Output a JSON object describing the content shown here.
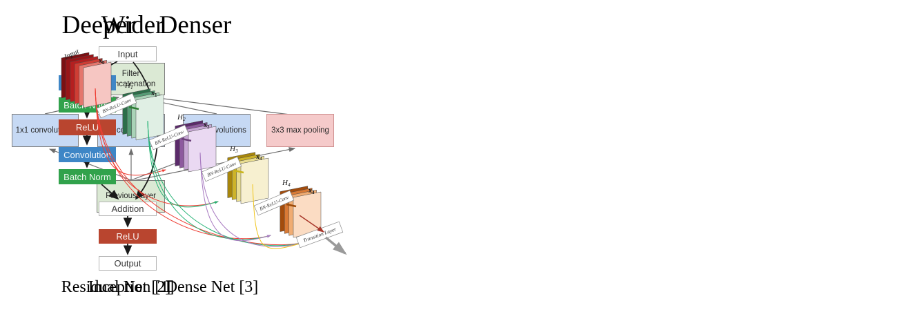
{
  "figure": {
    "panels": [
      {
        "title": "Wider",
        "caption": "Inception [1]"
      },
      {
        "title": "Deeper",
        "caption": "Residual Net [2]"
      },
      {
        "title": "Denser",
        "caption": "Dense Net [3]"
      }
    ]
  },
  "inception": {
    "filter_concatenation": {
      "line1": "Filter",
      "line2": "concatenation"
    },
    "conv_1x1": "1x1 convolutions",
    "conv_3x3": "3x3 convolutions",
    "conv_5x5": "5x5 convolutions",
    "max_pool": "3x3 max pooling",
    "previous_layer": "Previous layer",
    "colors": {
      "layer_green": "#dbe9d4",
      "conv_blue": "#c6d9f4",
      "pool_pink": "#f5caca",
      "box_border": "#7f7f7f",
      "pool_border": "#cf9090",
      "arrow_gray": "#6e6e6e"
    }
  },
  "residual": {
    "input": "Input",
    "convolution": "Convolution",
    "batch_norm": "Batch Norm",
    "relu": "ReLU",
    "addition": "Addition",
    "output": "Output",
    "colors": {
      "convolution_blue": "#3e86c6",
      "batch_norm_green": "#31a24c",
      "relu_red": "#b9452f",
      "arrow_black": "#1a1a1a"
    }
  },
  "densenet": {
    "input_label": "Input",
    "x_base": "x",
    "x_subscripts": [
      "0",
      "1",
      "2",
      "3",
      "4"
    ],
    "h_base": "H",
    "h_subscripts": [
      "1",
      "2",
      "3",
      "4"
    ],
    "bn_relu_conv_label": "BN-ReLU-Conv",
    "transition_label": "Transition Layer",
    "stacks": [
      {
        "name": "input-x0-red",
        "sheet_colors": [
          "#7a1013",
          "#991518",
          "#b51f20",
          "#cf3d34",
          "#e4766d",
          "#f6c6c2"
        ],
        "accent": "#ee3d33",
        "connector": null
      },
      {
        "name": "x1-green",
        "sheet_colors": [
          "#2c6e49",
          "#569d76",
          "#a9d3b7",
          "#e0efe4"
        ],
        "accent": "#27b376",
        "connector": "#2e7d32"
      },
      {
        "name": "x2-purple",
        "sheet_colors": [
          "#5b2a6a",
          "#8d5a9e",
          "#c7a7d4",
          "#ead9f2"
        ],
        "accent": "#a87bc1",
        "connector": "#6b3f79"
      },
      {
        "name": "x3-yellow",
        "sheet_colors": [
          "#a8860b",
          "#cdb32a",
          "#e8dc90",
          "#f7f0d0"
        ],
        "accent": "#f0c419",
        "connector": "#c9b418"
      },
      {
        "name": "x4-orange",
        "sheet_colors": [
          "#a34c0c",
          "#d97a35",
          "#f0ac72",
          "#fbdcc3"
        ],
        "accent": "#e08214",
        "connector": "#9c4a08"
      }
    ],
    "transition_arrow_color": "#9a9a9a",
    "inner_arrow_color": "#a8372a",
    "sheet_outline": "#4a4a4a",
    "label_color": "#1a1a1a"
  }
}
